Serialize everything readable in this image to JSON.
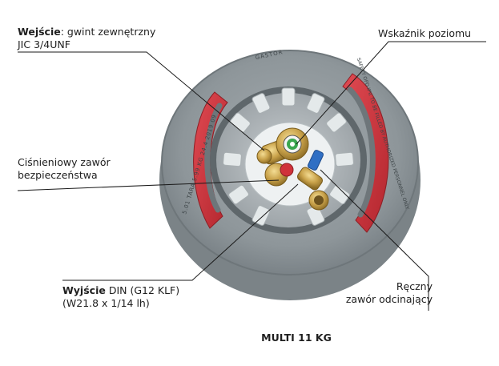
{
  "labels": {
    "inlet": {
      "bold": "Wejście",
      "rest": ": gwint zewnętrzny",
      "line2": "JIC 3/4UNF"
    },
    "level_indicator": "Wskaźnik poziomu",
    "safety_valve": {
      "line1": "Ciśnieniowy zawór",
      "line2": "bezpieczeństwa"
    },
    "outlet": {
      "bold": "Wyjście",
      "rest": " DIN (G12 KLF)",
      "line2": "(W21.8 x 1/14 lh)"
    },
    "shutoff_valve": {
      "line1": "Ręczny",
      "line2": "zawór odcinający"
    }
  },
  "caption": "MULTI 11 KG",
  "cylinder_markings": {
    "left_arc": "5.01 TARA 5.99 KG 24.4 2019 09",
    "right_arc": "SAFETY OPD IPV. TO BE FILLED BY AUTHORIZED PERSONNEL ONLY",
    "top_arc": "GASTOR"
  },
  "colors": {
    "cylinder_gray": "#8f979b",
    "handle_red": "#d0323a",
    "brass": "#c9a24a",
    "gauge_green": "#3aa64e",
    "valve_blue": "#2f6fc4",
    "leader_line": "#1a1a1a"
  }
}
